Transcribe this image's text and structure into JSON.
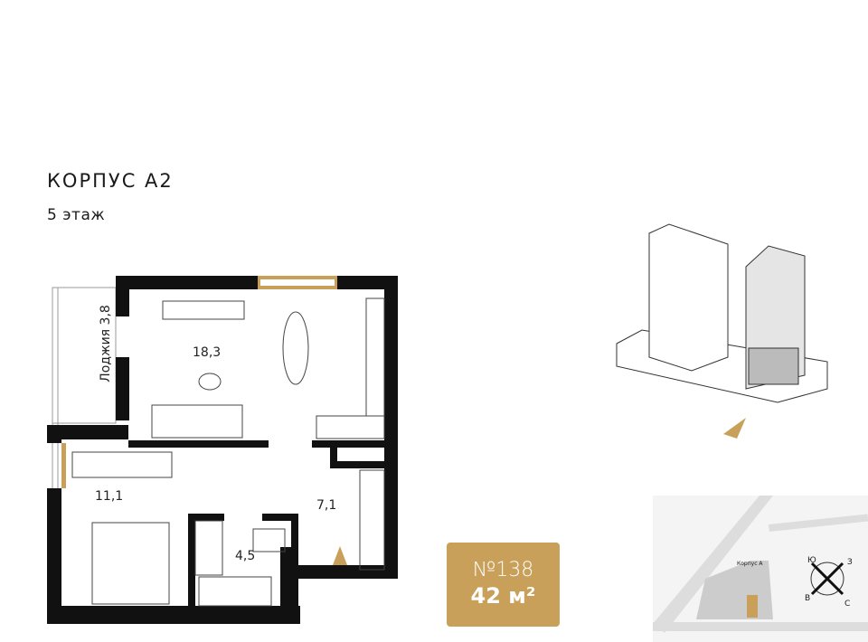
{
  "header": {
    "building": "КОРПУС А2",
    "floor": "5 этаж"
  },
  "apartment": {
    "number": "№138",
    "area": "42 м²"
  },
  "rooms": {
    "loggia": "Лоджия 3,8",
    "living": "18,3",
    "bedroom": "11,1",
    "hall": "7,1",
    "bathroom": "4,5"
  },
  "site_map": {
    "building_label": "Корпус А",
    "compass": {
      "south": "Ю",
      "west": "З",
      "east": "В",
      "north": "С"
    }
  },
  "colors": {
    "accent": "#c9a05a",
    "walls": "#111111"
  }
}
